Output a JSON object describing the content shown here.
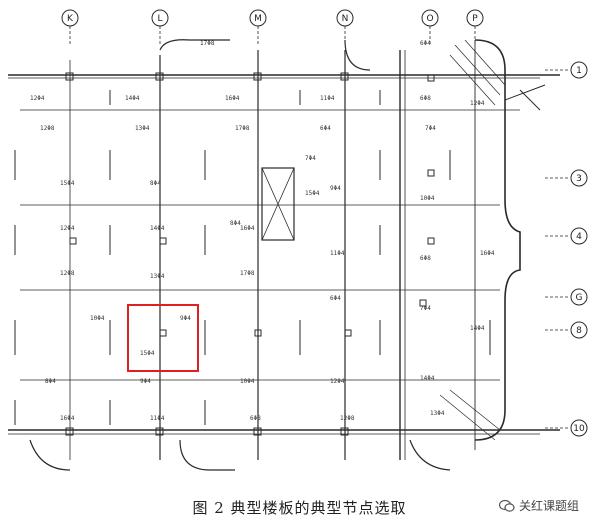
{
  "caption": "图 2 典型楼板的典型节点选取",
  "brand": "关红课题组",
  "brand_icon": "wechat-icon",
  "grid_top": [
    "K",
    "L",
    "M",
    "N",
    "O",
    "P"
  ],
  "grid_right": [
    "1",
    "3",
    "4",
    "G",
    "8",
    "10"
  ],
  "rebar_labels": [
    "12Φ4",
    "14Φ4",
    "16Φ4",
    "11Φ4",
    "6Φ8",
    "12Φ8",
    "13Φ4",
    "17Φ8",
    "6Φ4",
    "7Φ4",
    "15Φ4",
    "8Φ4",
    "9Φ4",
    "10Φ4"
  ],
  "highlight_color": "#e02020",
  "line_color": "#2a2a2a"
}
